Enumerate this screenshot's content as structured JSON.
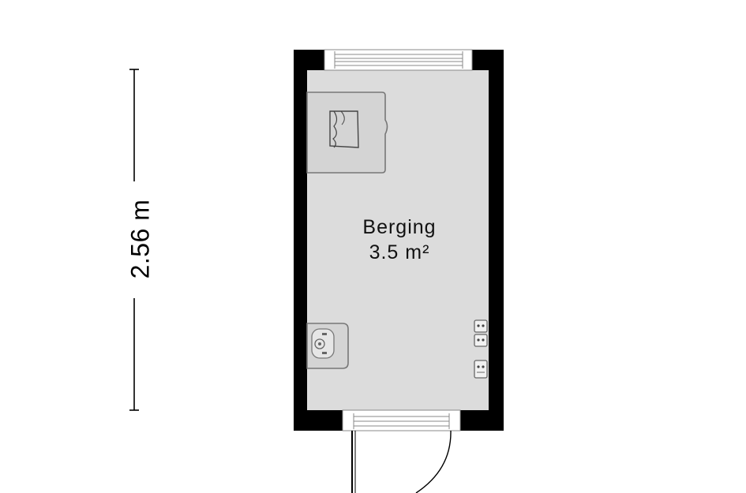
{
  "dimension": {
    "label": "2.56 m"
  },
  "room": {
    "name": "Berging",
    "area": "3.5 m²"
  },
  "fixtures": {
    "washer_icon": "washing-machine-icon",
    "sink_icon": "sink-icon",
    "outlet_icon": "electrical-outlet-icon"
  },
  "colors": {
    "wall": "#000000",
    "floor": "#dcdcdc",
    "fixture_outline": "#777777"
  }
}
